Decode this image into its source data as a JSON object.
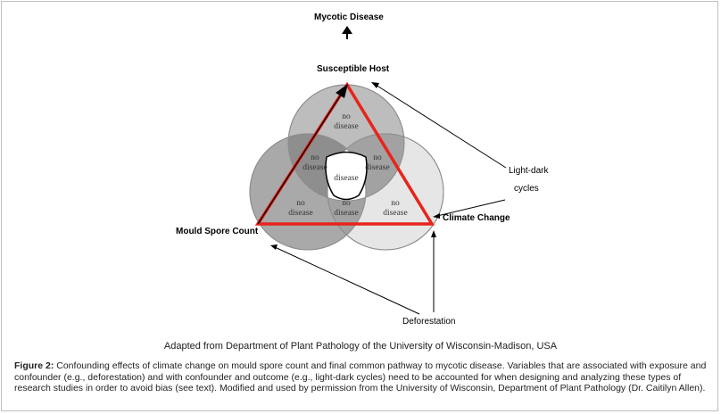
{
  "title": "Mycotic Disease",
  "nodes": {
    "host": "Susceptible Host",
    "mould": "Mould Spore Count",
    "climate": "Climate Change",
    "deforestation": "Deforestation",
    "light_dark_1": "Light-dark",
    "light_dark_2": "cycles"
  },
  "regions": {
    "top": [
      "no",
      "disease"
    ],
    "left_mid": [
      "no",
      "disease"
    ],
    "right_mid": [
      "no",
      "disease"
    ],
    "center": "disease",
    "bottom_left": [
      "no",
      "disease"
    ],
    "bottom_mid": [
      "no",
      "disease"
    ],
    "bottom_right": [
      "no",
      "disease"
    ]
  },
  "colors": {
    "triangle": "#e8231b",
    "circles": "#8c8c8c"
  },
  "credit": "Adapted from Department of Plant Pathology of the University of Wisconsin-Madison, USA",
  "caption": {
    "prefix": "Figure 2:",
    "text": " Confounding effects of climate change on mould spore count and final common pathway to mycotic disease.  Variables that are associated with exposure and confounder (e.g., deforestation) and with confounder and outcome (e.g., light-dark cycles) need to be accounted for when designing and analyzing these types of research studies in order to avoid bias (see text). Modified and used by permission from the University of Wisconsin, Department of Plant Pathology (Dr. Caitilyn Allen)."
  }
}
